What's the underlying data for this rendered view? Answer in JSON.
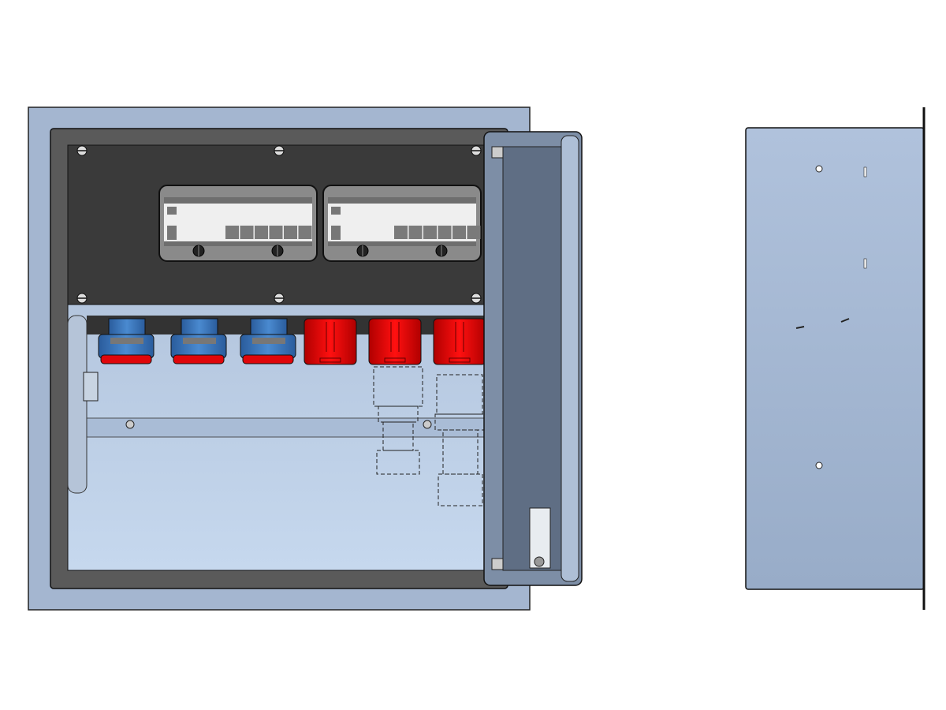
{
  "colors": {
    "enclosure": "#a4b6d0",
    "interior": "#c2d4ea",
    "frame": "#5a5a5a",
    "panel": "#3a3a3a",
    "door": "#5f6e84",
    "breaker_window": "#8a8a8a",
    "breaker_face": "#efefef",
    "socket_blue": "#3a78c0",
    "socket_red": "#e0060a",
    "side_view": "#a9bbd6"
  },
  "views": [
    "front-view-open-door",
    "side-view"
  ],
  "components": {
    "breaker_panels": 2,
    "blue_sockets": 3,
    "red_sockets": 3
  }
}
